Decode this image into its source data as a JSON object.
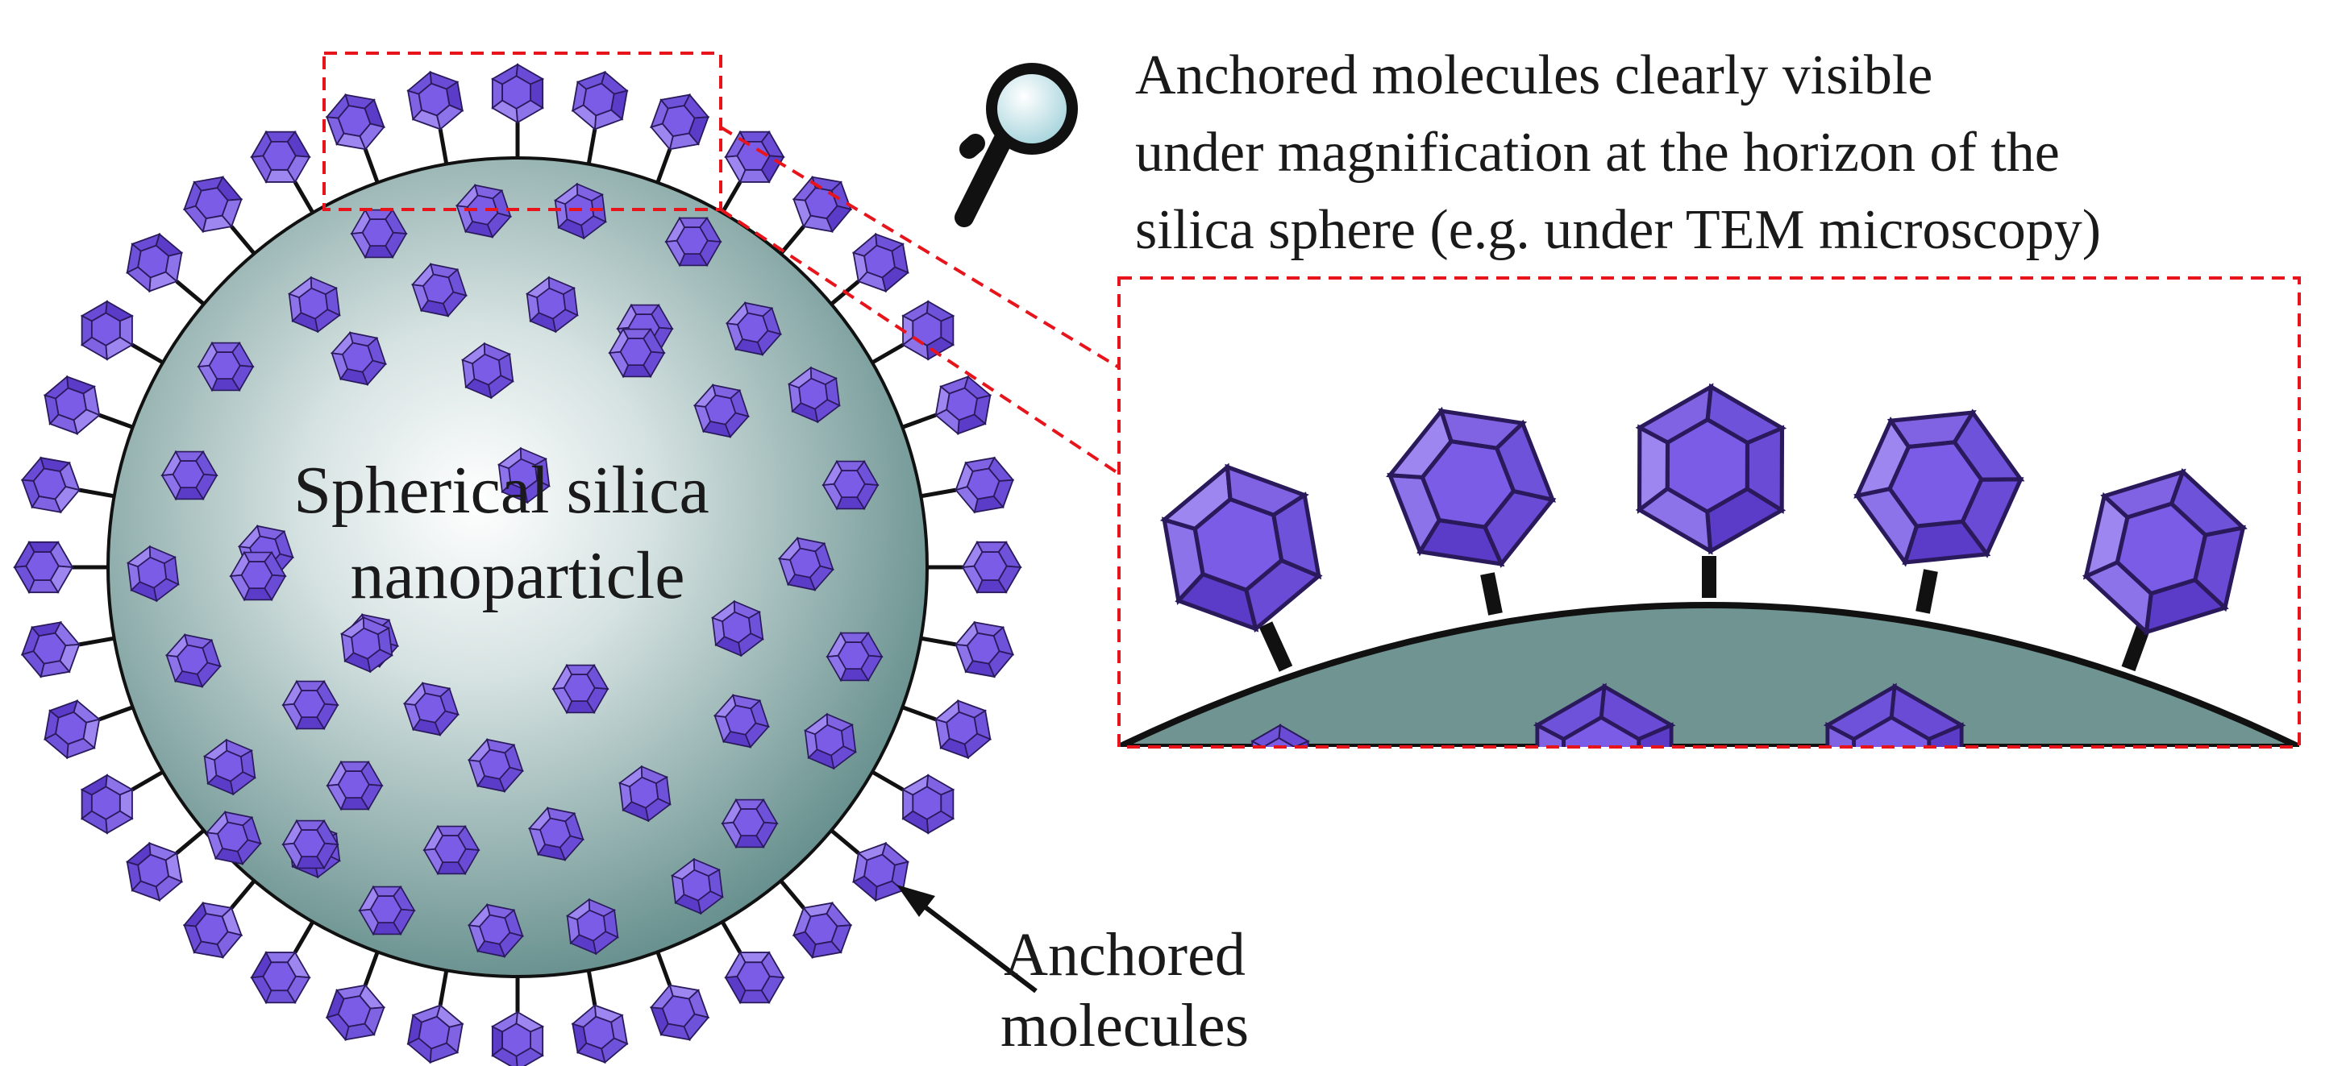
{
  "particle": {
    "label_line1": "Spherical silica",
    "label_line2": "nanoparticle"
  },
  "caption": {
    "line1": "Anchored molecules clearly visible",
    "line2": "under magnification at the horizon of the",
    "line3": "silica sphere (e.g. under TEM microscopy)"
  },
  "pointer_label": {
    "line1": "Anchored",
    "line2": "molecules"
  },
  "colors": {
    "molecule_fill": "#7B5CE6",
    "molecule_outline": "#2a1a5c",
    "sphere_light": "#ffffff",
    "sphere_dark": "#5f8a88",
    "surface_fill": "#6f9492",
    "highlight_box": "#e8141c",
    "anchor": "#111111"
  },
  "icons": {
    "magnifier": "magnifying-glass-icon",
    "molecule": "hexagonal-molecule-icon"
  }
}
